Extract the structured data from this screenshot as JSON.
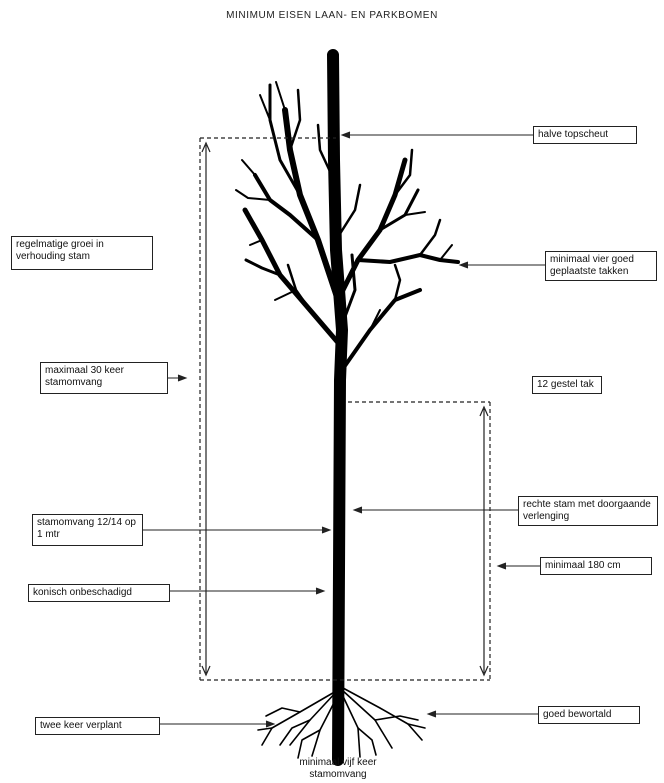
{
  "title": "MINIMUM EISEN LAAN- EN PARKBOMEN",
  "labels": {
    "halve_topscheut": "halve topscheut",
    "regelmatige_groei": "regelmatige groei in verhouding stam",
    "minimaal_vier": "minimaal vier goed geplaatste takken",
    "maximaal_30": "maximaal 30 keer stamomvang",
    "gestel_tak": "12 gestel tak",
    "rechte_stam": "rechte stam met doorgaande verlenging",
    "stamomvang": "stamomvang 12/14 op 1 mtr",
    "minimaal_180": "minimaal 180 cm",
    "konisch": "konisch onbeschadigd",
    "twee_keer": "twee keer verplant",
    "goed_bewortel": "goed bewortald",
    "minimaal_vijf": "minimaal vijf keer stamomvang"
  }
}
